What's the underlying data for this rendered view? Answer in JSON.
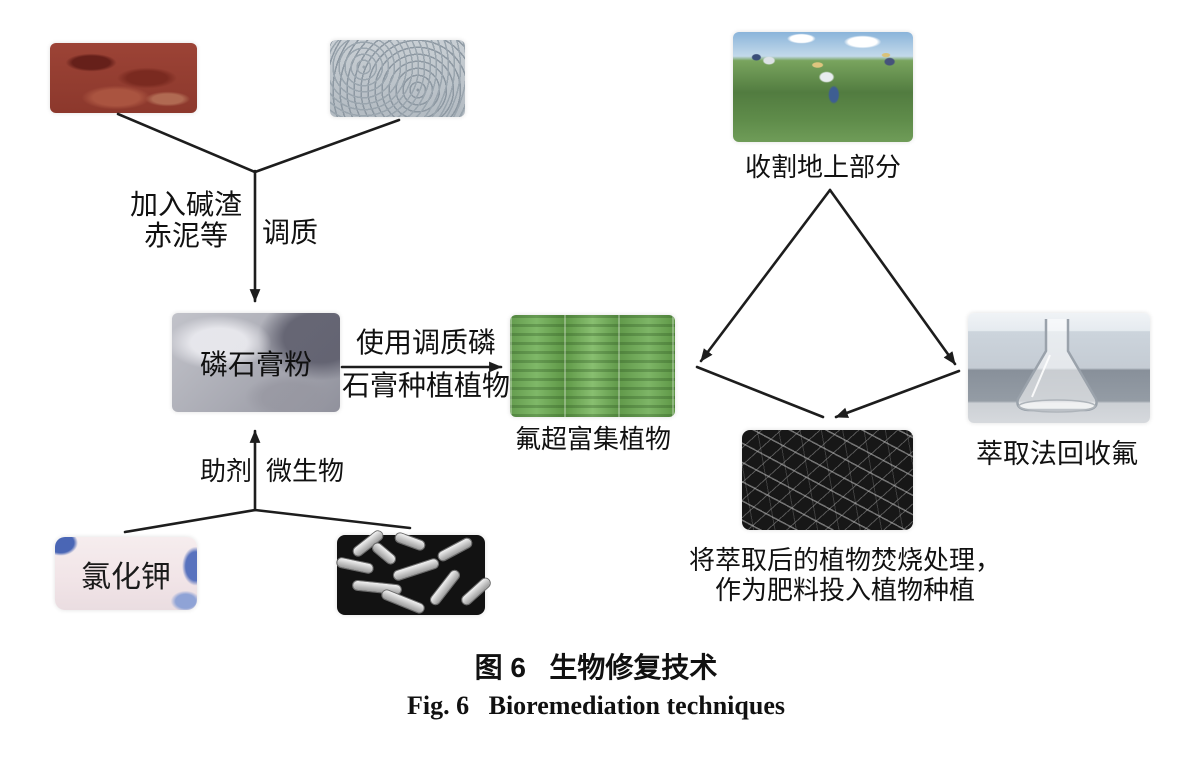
{
  "figure_caption": {
    "zh": "图 6   生物修复技术",
    "en": "Fig. 6   Bioremediation techniques"
  },
  "left_flow": {
    "additive_label_line1": "加入碱渣",
    "additive_label_line2": "赤泥等",
    "conditioning_label": "调质",
    "phosphogypsum_label": "磷石膏粉",
    "planting_arrow_line1": "使用调质磷",
    "planting_arrow_line2": "石膏种植植物",
    "auxiliary_label": "助剂",
    "microbe_label": "微生物",
    "kcl_label": "氯化钾"
  },
  "right_cycle": {
    "plants_label": "氟超富集植物",
    "harvest_label": "收割地上部分",
    "extraction_label": "萃取法回收氟",
    "burn_label_line1": "将萃取后的植物焚烧处理，",
    "burn_label_line2": "作为肥料投入植物种植"
  },
  "images": {
    "red_mud": "red-mud-sample-photo",
    "alkali_residue": "alkali-residue-sample-photo",
    "phosphogypsum": "phosphogypsum-powder-photo",
    "kcl": "potassium-chloride-photo",
    "bacteria": "microorganisms-photo",
    "plants": "fluoride-hyperaccumulator-plants-photo",
    "harvest": "field-harvest-photo",
    "flask": "extraction-flask-photo",
    "burnt": "burnt-plant-residue-photo"
  },
  "colors": {
    "line": "#1d1d1d",
    "text": "#111111",
    "background": "#ffffff"
  }
}
